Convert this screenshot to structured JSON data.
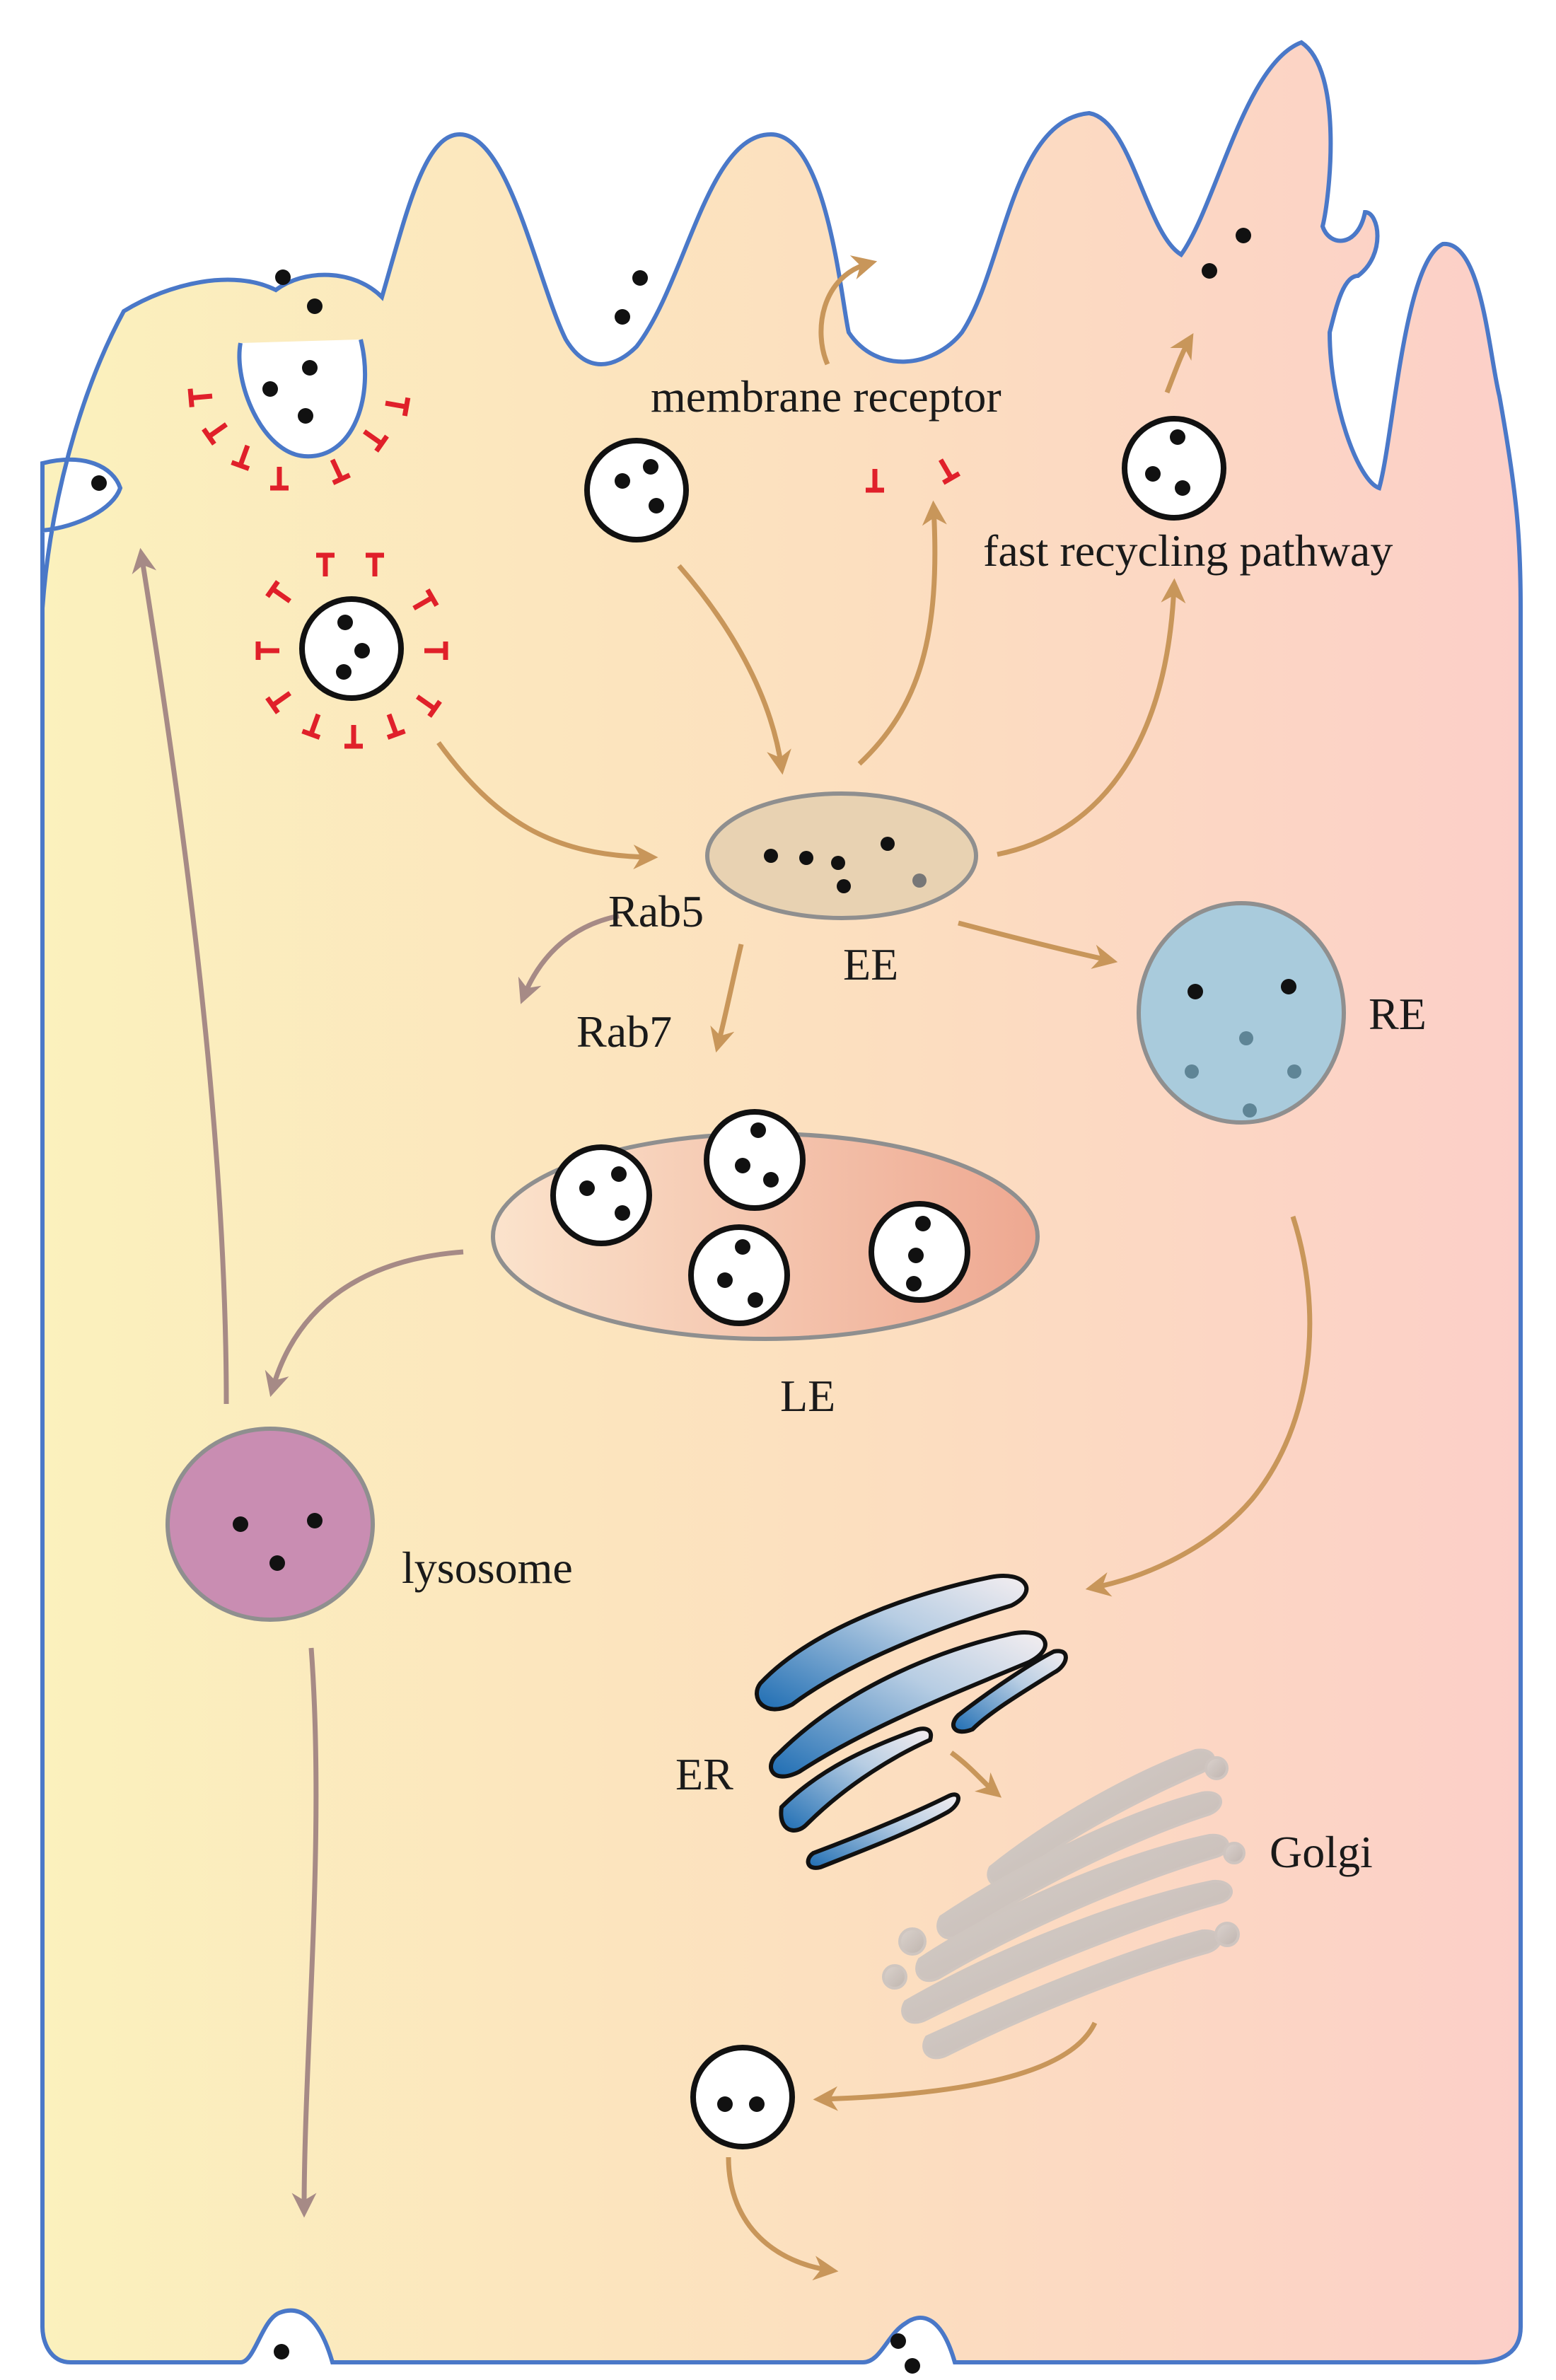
{
  "labels": {
    "membrane_receptor": "membrane receptor",
    "fast_recycling": "fast recycling pathway",
    "rab5": "Rab5",
    "rab7": "Rab7",
    "ee": "EE",
    "re": "RE",
    "le": "LE",
    "lysosome": "lysosome",
    "er": "ER",
    "golgi": "Golgi"
  },
  "colors": {
    "membrane": "#4a78c8",
    "arrow_tan": "#c8965a",
    "arrow_mauve": "#a68a86",
    "receptor": "#e0202a",
    "cyto_left": "#fbf1bd",
    "cyto_right": "#fccfc8",
    "ee_fill": "#e8d2b2",
    "re_fill": "#a9cbdc",
    "lysosome_fill": "#c98db2",
    "le_fill_right": "#eea891",
    "er_blue": "#2a6fb0"
  }
}
